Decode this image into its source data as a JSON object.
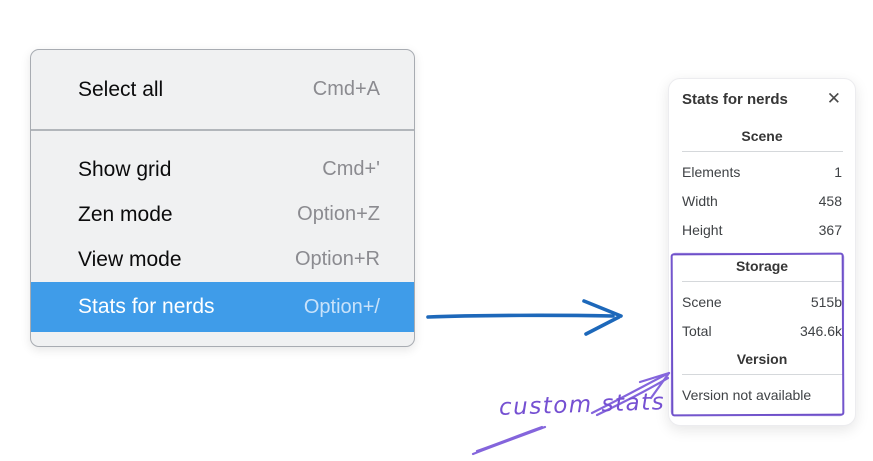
{
  "menu": {
    "groups": [
      {
        "items": [
          {
            "label": "Select all",
            "shortcut": "Cmd+A"
          }
        ]
      },
      {
        "items": [
          {
            "label": "Show grid",
            "shortcut": "Cmd+'"
          },
          {
            "label": "Zen mode",
            "shortcut": "Option+Z"
          },
          {
            "label": "View mode",
            "shortcut": "Option+R"
          },
          {
            "label": "Stats for nerds",
            "shortcut": "Option+/",
            "state": "highlighted"
          }
        ]
      }
    ]
  },
  "panel": {
    "title": "Stats for nerds",
    "sections": [
      {
        "header": "Scene",
        "rows": [
          {
            "label": "Elements",
            "value": "1"
          },
          {
            "label": "Width",
            "value": "458"
          },
          {
            "label": "Height",
            "value": "367"
          }
        ]
      },
      {
        "header": "Storage",
        "rows": [
          {
            "label": "Scene",
            "value": "515b"
          },
          {
            "label": "Total",
            "value": "346.6k"
          }
        ]
      },
      {
        "header": "Version",
        "note": "Version not available"
      }
    ]
  },
  "annotation": {
    "label": "custom stats"
  },
  "icons": {
    "close": "✕"
  },
  "colors": {
    "menu_highlight": "#3f9ce9",
    "menu_background": "#f0f1f2",
    "arrow_blue": "#1d68ba",
    "annotation_purple": "#7d5cd0"
  }
}
